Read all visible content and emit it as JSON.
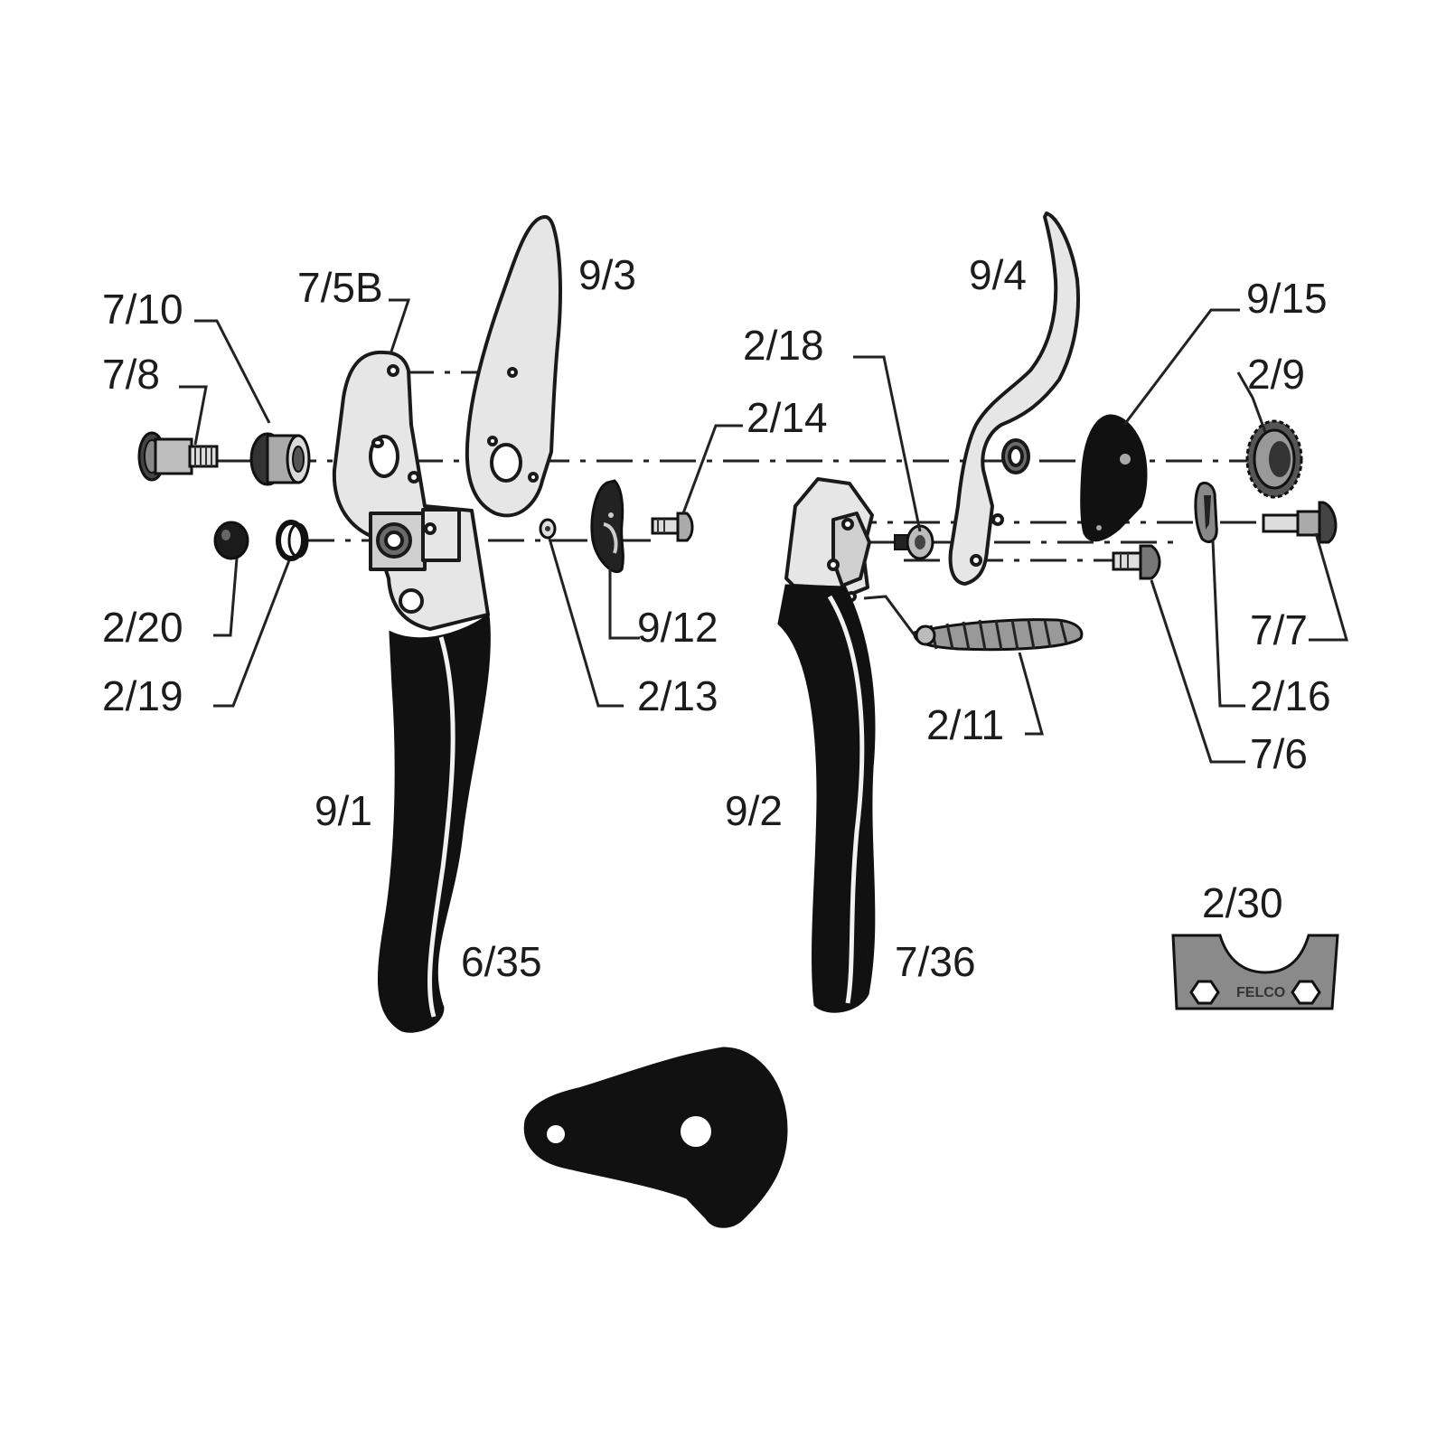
{
  "labels": {
    "p_7_10": "7/10",
    "p_7_8": "7/8",
    "p_7_5b": "7/5B",
    "p_9_3": "9/3",
    "p_9_4": "9/4",
    "p_9_15": "9/15",
    "p_2_18": "2/18",
    "p_2_9": "2/9",
    "p_2_14": "2/14",
    "p_2_20": "2/20",
    "p_2_19": "2/19",
    "p_9_12": "9/12",
    "p_2_13": "2/13",
    "p_7_7": "7/7",
    "p_2_16": "2/16",
    "p_2_11": "2/11",
    "p_7_6": "7/6",
    "p_9_1": "9/1",
    "p_9_2": "9/2",
    "p_6_35": "6/35",
    "p_7_36": "7/36",
    "p_2_30": "2/30"
  },
  "wrench_stamp": "FELCO",
  "colors": {
    "ink": "#1a1a1a",
    "metal": "#e6e6e6",
    "grip": "#111111",
    "background": "#ffffff"
  }
}
